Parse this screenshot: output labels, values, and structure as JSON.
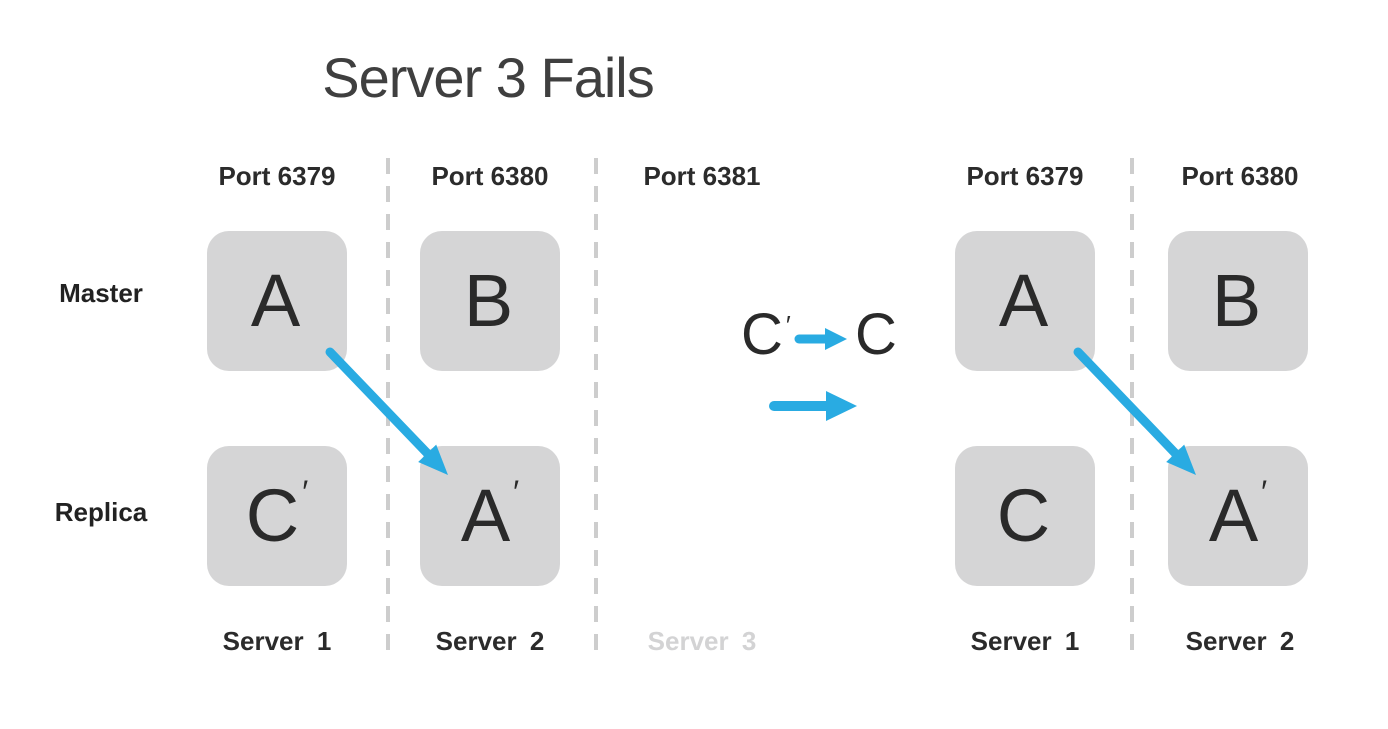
{
  "title": "Server 3 Fails",
  "colors": {
    "arrow_blue": "#29ABE2",
    "box_fill": "#D5D5D6",
    "text_dark": "#2B2B2B",
    "title_color": "#3F3F3F",
    "failed_label_gray": "#D3D3D4",
    "separator_gray": "#CDCDCD",
    "background": "#FFFFFF"
  },
  "row_labels": {
    "master": "Master",
    "replica": "Replica"
  },
  "before_cluster": {
    "columns": [
      {
        "port": "Port 6379",
        "server": "Server 1",
        "master": {
          "letter": "A",
          "prime": ""
        },
        "replica": {
          "letter": "C",
          "prime": "′"
        }
      },
      {
        "port": "Port 6380",
        "server": "Server 2",
        "master": {
          "letter": "B",
          "prime": ""
        },
        "replica": {
          "letter": "A",
          "prime": "′"
        }
      },
      {
        "port": "Port 6381",
        "server": "Server 3",
        "failed": true
      }
    ]
  },
  "transition": {
    "from_letter": "C",
    "from_prime": "′",
    "to_letter": "C"
  },
  "after_cluster": {
    "columns": [
      {
        "port": "Port 6379",
        "server": "Server 1",
        "master": {
          "letter": "A",
          "prime": ""
        },
        "replica": {
          "letter": "C",
          "prime": ""
        }
      },
      {
        "port": "Port 6380",
        "server": "Server 2",
        "master": {
          "letter": "B",
          "prime": ""
        },
        "replica": {
          "letter": "A",
          "prime": "′"
        }
      }
    ]
  }
}
